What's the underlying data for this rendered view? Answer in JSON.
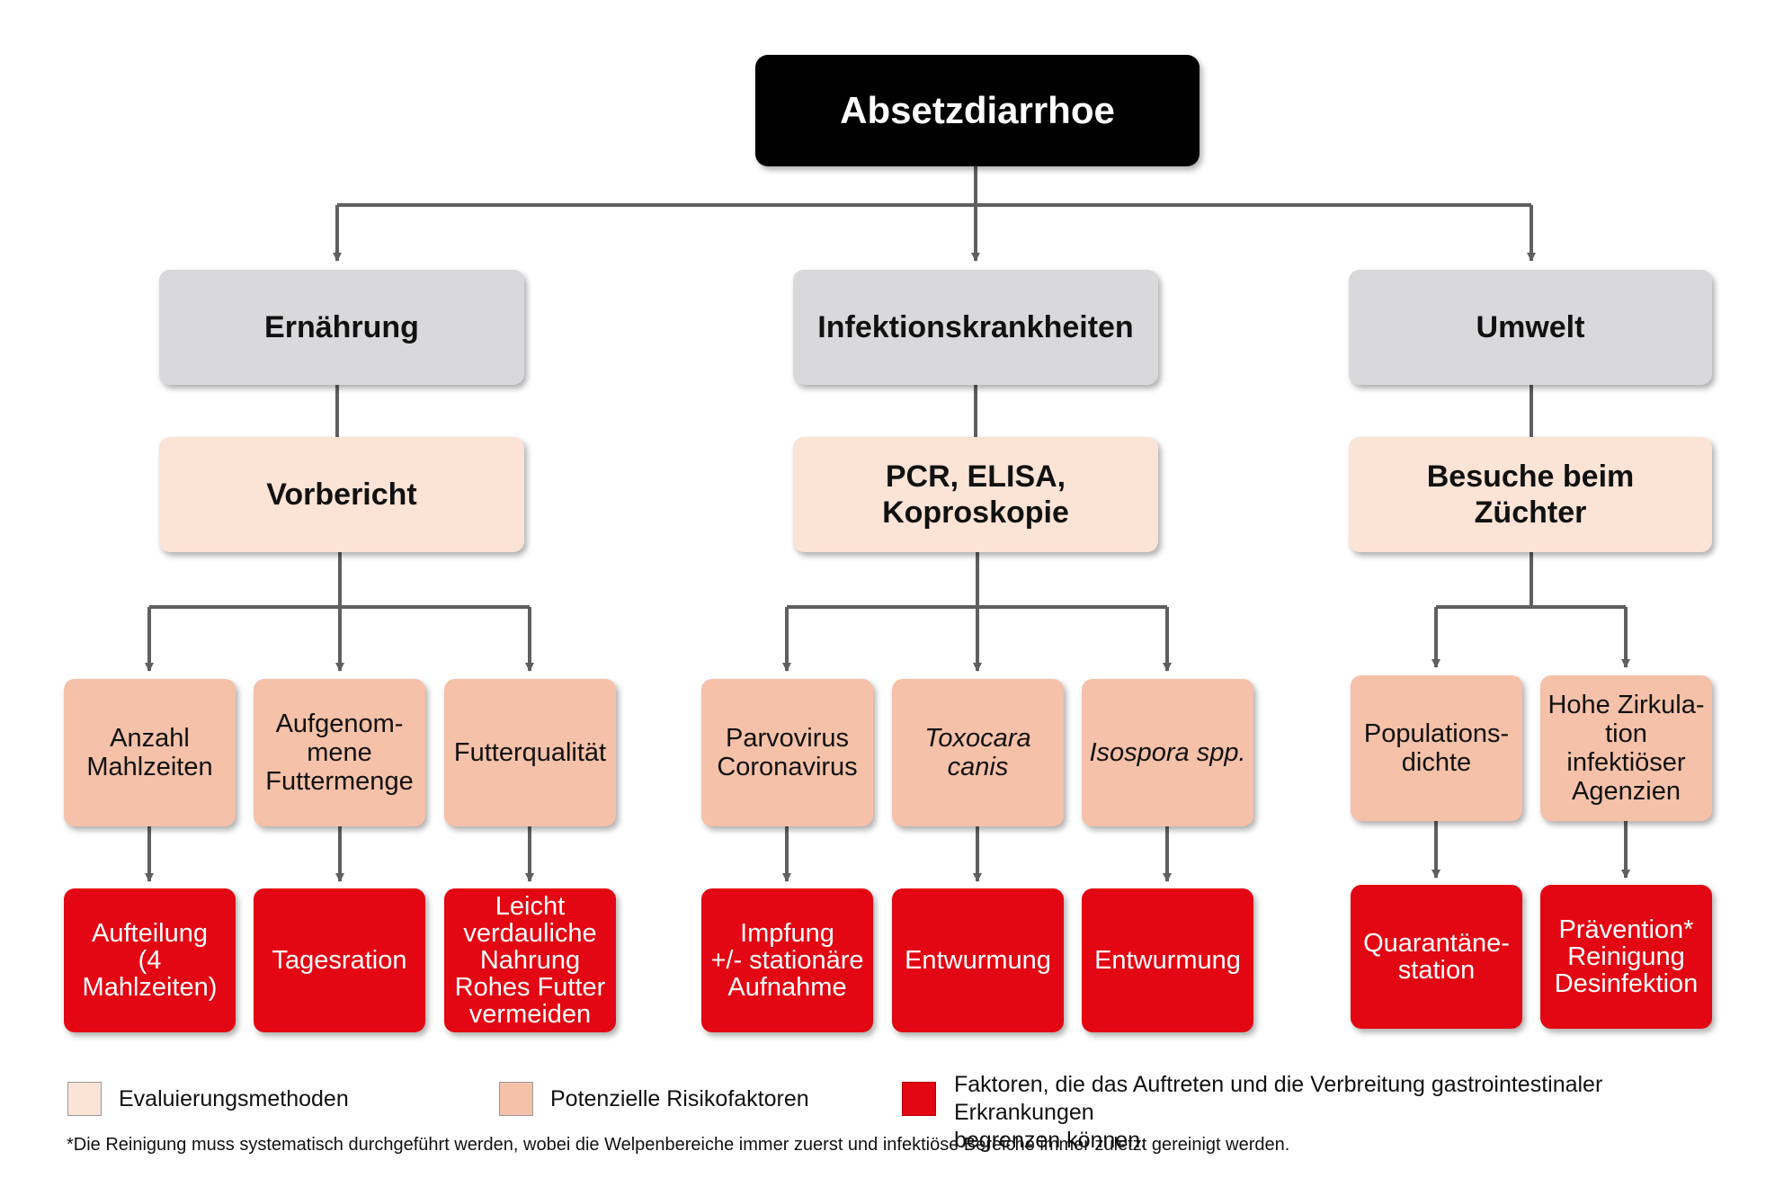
{
  "root": {
    "label": "Absetzdiarrhoe"
  },
  "categories": [
    {
      "label": "Ernährung",
      "evaluation": "Vorbericht",
      "risks": [
        {
          "label": "Anzahl\nMahlzeiten",
          "italic": false,
          "action": "Aufteilung\n(4 Mahlzeiten)"
        },
        {
          "label": "Aufgenom-\nmene\nFuttermenge",
          "italic": false,
          "action": "Tagesration"
        },
        {
          "label": "Futterqualität",
          "italic": false,
          "action": "Leicht\nverdauliche\nNahrung\nRohes Futter\nvermeiden"
        }
      ]
    },
    {
      "label": "Infektionskrankheiten",
      "evaluation": "PCR, ELISA,\nKoproskopie",
      "risks": [
        {
          "label": "Parvovirus\nCoronavirus",
          "italic": false,
          "action": "Impfung\n+/- stationäre\nAufnahme"
        },
        {
          "label": "Toxocara canis",
          "italic": true,
          "action": "Entwurmung"
        },
        {
          "label": "Isospora spp.",
          "italic": true,
          "action": "Entwurmung"
        }
      ]
    },
    {
      "label": "Umwelt",
      "evaluation": "Besuche beim\nZüchter",
      "risks": [
        {
          "label": "Populations-\ndichte",
          "italic": false,
          "action": "Quarantäne-\nstation"
        },
        {
          "label": "Hohe Zirkula-\ntion infektiöser\nAgenzien",
          "italic": false,
          "action": "Prävention*\nReinigung\nDesinfektion"
        }
      ]
    }
  ],
  "legend": [
    {
      "label": "Evaluierungsmethoden",
      "color": "#fbe3d6"
    },
    {
      "label": "Potenzielle Risikofaktoren",
      "color": "#f5c1a8"
    },
    {
      "label": "Faktoren, die das Auftreten und die Verbreitung gastrointestinaler Erkrankungen\nbegrenzen können.",
      "color": "#e30613"
    }
  ],
  "footnote": "*Die Reinigung muss systematisch durchgeführt werden, wobei die Welpenbereiche immer zuerst und infektiöse Bereiche immer zuletzt gereinigt werden.",
  "colors": {
    "root": "#000000",
    "category": "#d9d9db",
    "evaluation": "#fbe3d6",
    "risk": "#f5c1a8",
    "action": "#e30613",
    "connector": "#5f5f5f"
  }
}
